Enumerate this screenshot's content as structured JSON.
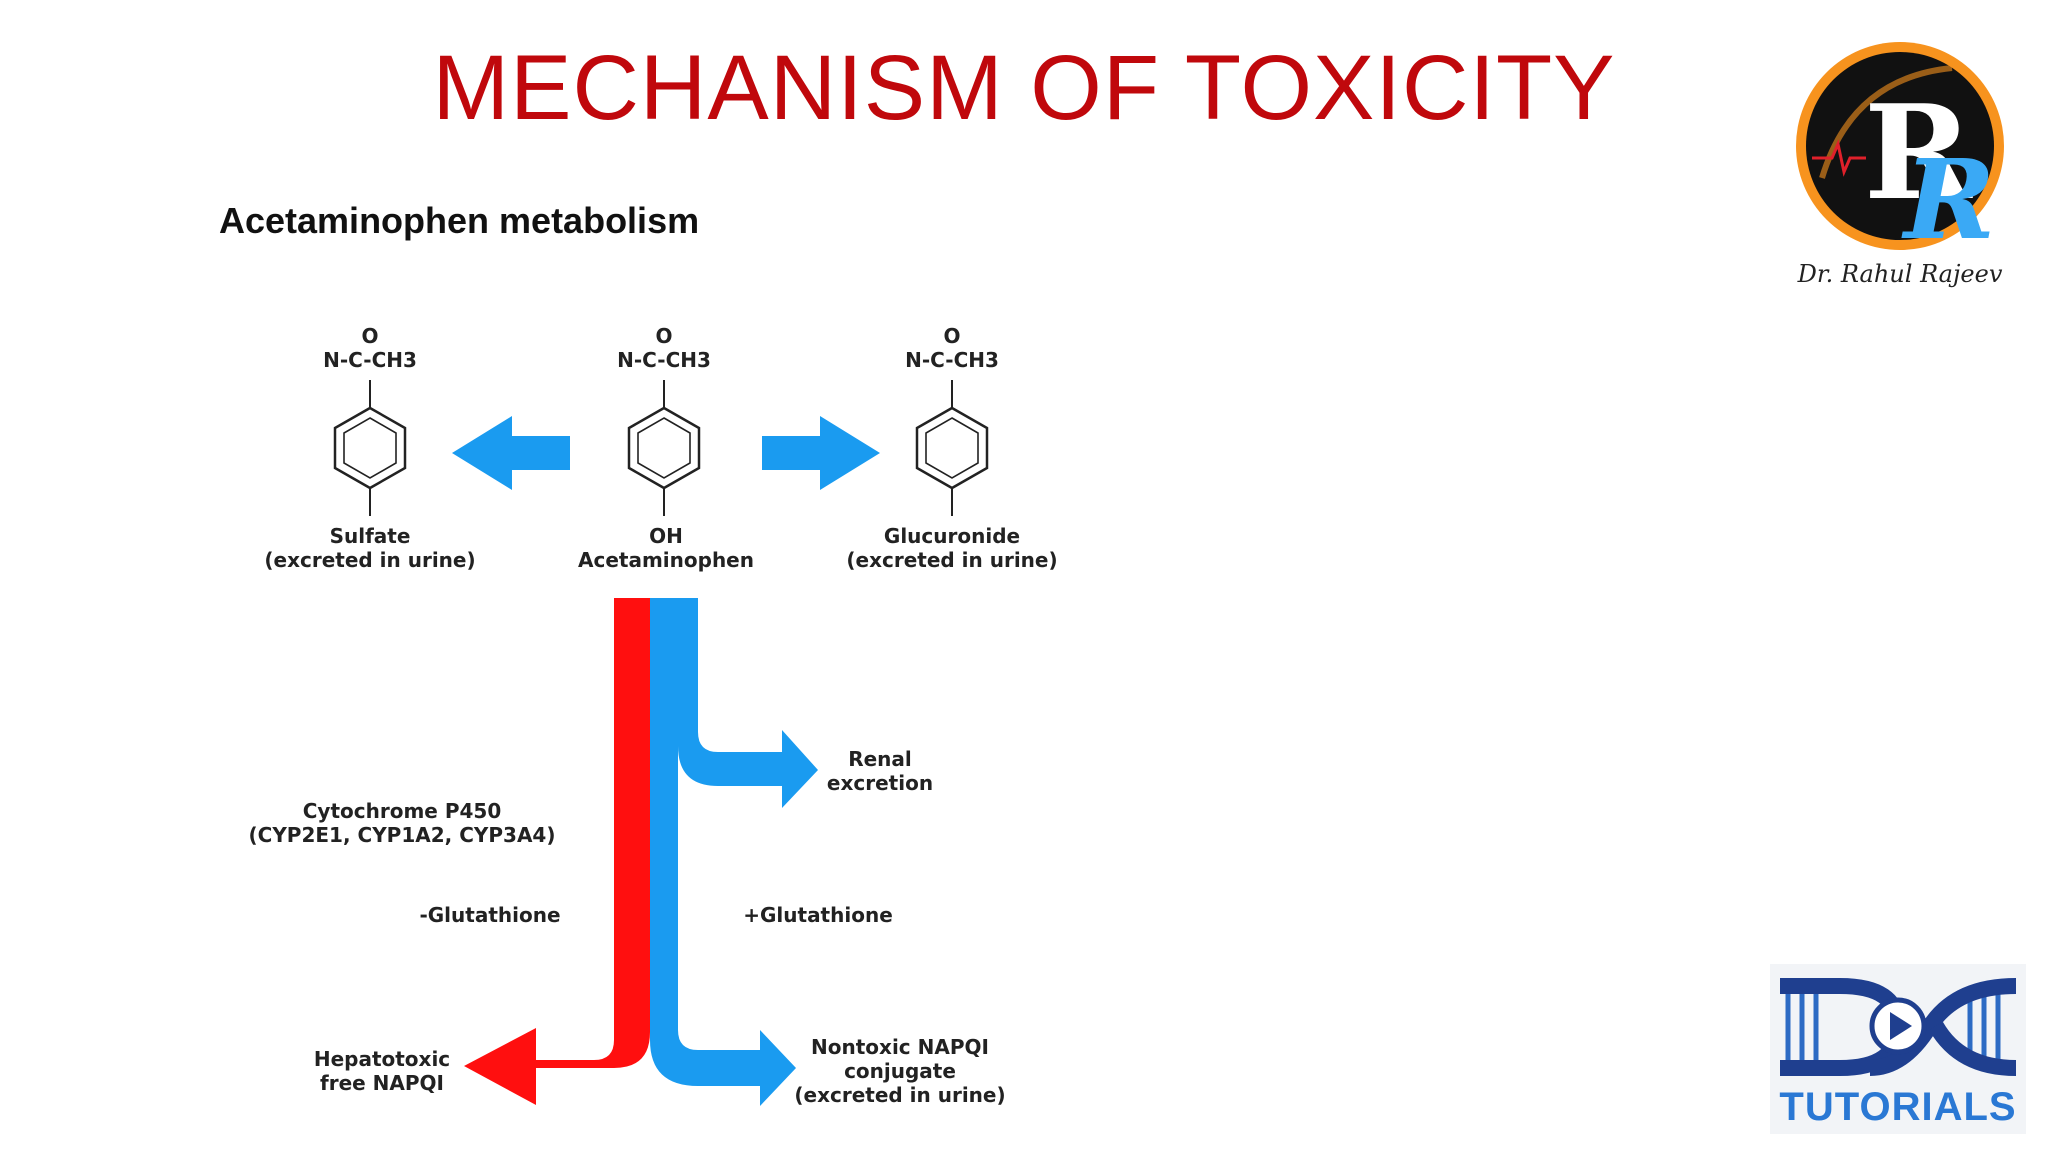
{
  "slide": {
    "title": "MECHANISM OF TOXICITY",
    "subtitle": "Acetaminophen metabolism"
  },
  "diagram": {
    "molecules": {
      "sulfate": {
        "top1": "O",
        "top2": "N-C-CH3",
        "bottom1": "Sulfate",
        "bottom2": "(excreted in urine)"
      },
      "acetaminophen": {
        "top1": "O",
        "top2": "N-C-CH3",
        "bottom1": "OH",
        "bottom2": "Acetaminophen"
      },
      "glucuronide": {
        "top1": "O",
        "top2": "N-C-CH3",
        "bottom1": "Glucuronide",
        "bottom2": "(excreted in urine)"
      }
    },
    "labels": {
      "renal_1": "Renal",
      "renal_2": "excretion",
      "cyp_1": "Cytochrome P450",
      "cyp_2": "(CYP2E1, CYP1A2, CYP3A4)",
      "minus_glutathione": "-Glutathione",
      "plus_glutathione": "+Glutathione",
      "hepatotoxic_1": "Hepatotoxic",
      "hepatotoxic_2": "free NAPQI",
      "nontoxic_1": "Nontoxic NAPQI",
      "nontoxic_2": "conjugate",
      "nontoxic_3": "(excreted in urine)"
    },
    "colors": {
      "blue": "#1a9bf0",
      "red": "#ff0f0f",
      "title": "#c0080c"
    }
  },
  "logos": {
    "rr": {
      "monogram": "R R",
      "signature": "Dr. Rahul Rajeev"
    },
    "doc": {
      "text": "TUTORIALS",
      "icon": "play-icon"
    }
  }
}
